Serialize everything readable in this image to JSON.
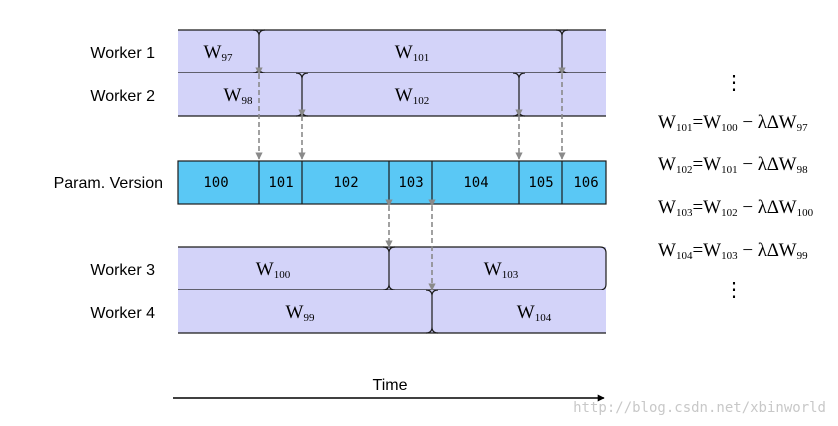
{
  "labels": {
    "worker1": "Worker 1",
    "worker2": "Worker 2",
    "param": "Param. Version",
    "worker3": "Worker 3",
    "worker4": "Worker 4",
    "time": "Time"
  },
  "worker1": {
    "w1": "97",
    "w2": "101"
  },
  "worker2": {
    "w1": "98",
    "w2": "102"
  },
  "worker3": {
    "w1": "100",
    "w2": "103"
  },
  "worker4": {
    "w1": "99",
    "w2": "104"
  },
  "versions": [
    "100",
    "101",
    "102",
    "103",
    "104",
    "105",
    "106"
  ],
  "equations": [
    {
      "lhs": "101",
      "a": "100",
      "b": "97"
    },
    {
      "lhs": "102",
      "a": "101",
      "b": "98"
    },
    {
      "lhs": "103",
      "a": "102",
      "b": "100"
    },
    {
      "lhs": "104",
      "a": "103",
      "b": "99"
    }
  ],
  "symbols": {
    "w": "W",
    "eq": "=",
    "minus": " − λ∆",
    "ellipsis": "⋮"
  },
  "watermark": "http://blog.csdn.net/xbinworld",
  "colors": {
    "lane": "#d3d3f9",
    "version": "#5ac8f5",
    "arrow": "#8a8a8a",
    "stroke": "#1a1a1a"
  }
}
